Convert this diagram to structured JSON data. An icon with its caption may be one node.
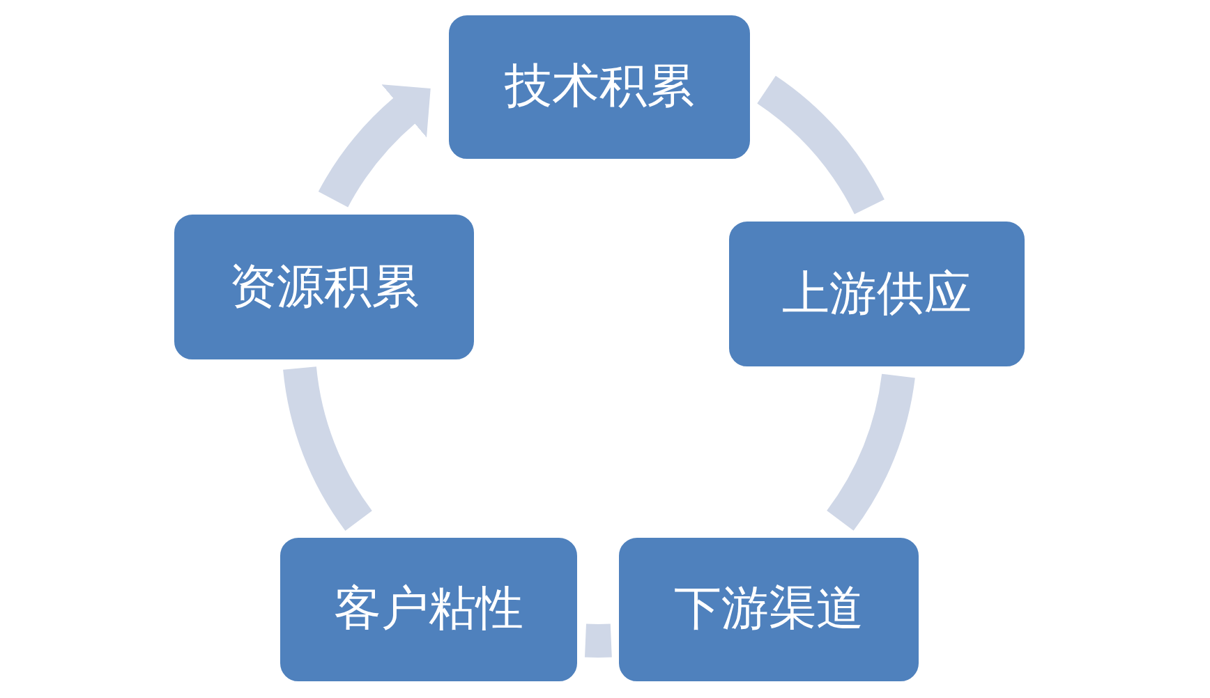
{
  "diagram": {
    "nodes": [
      {
        "text": [
          "技术积累"
        ]
      },
      {
        "text": [
          "上游供应"
        ]
      },
      {
        "text": [
          "下游渠道"
        ]
      },
      {
        "text": [
          "客户粘性"
        ]
      },
      {
        "text": [
          "资源积累"
        ]
      }
    ],
    "edges": [
      {
        "from": 0,
        "to": 1,
        "arrow": "none"
      },
      {
        "from": 1,
        "to": 2,
        "arrow": "none"
      },
      {
        "from": 2,
        "to": 3,
        "arrow": "none"
      },
      {
        "from": 3,
        "to": 4,
        "arrow": "none"
      },
      {
        "from": 4,
        "to": 0,
        "arrow": "to"
      }
    ]
  }
}
